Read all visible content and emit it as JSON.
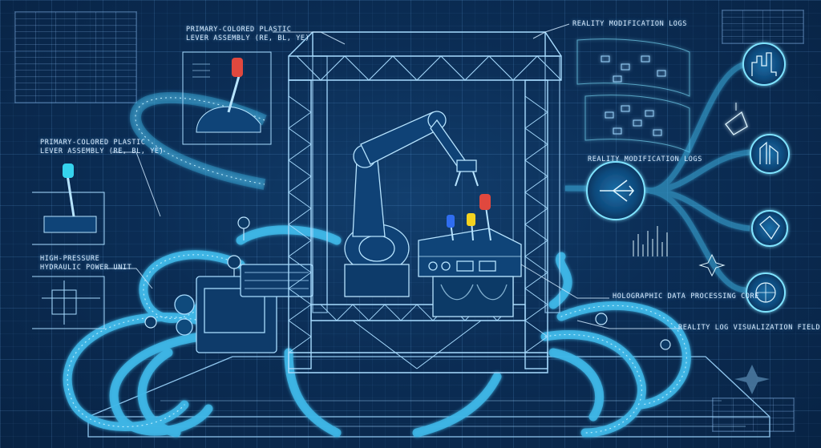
{
  "labels": {
    "lever_top": "PRIMARY-COLORED PLASTIC\nLEVER ASSEMBLY (RE, BL, YE)",
    "lever_left": "PRIMARY-COLORED PLASTIC\nLEVER ASSEMBLY (RE, BL, YE)",
    "hydraulic": "HIGH-PRESSURE\nHYDRAULIC POWER UNIT",
    "logs_top": "REALITY MODIFICATION LOGS",
    "logs_mid": "REALITY MODIFICATION LOGS",
    "core": "HOLOGRAPHIC DATA PROCESSING CORE",
    "field": "REALITY LOG VISUALIZATION FIELD"
  },
  "colors": {
    "line": "#9fd8ff",
    "hose": "#3fb8e8",
    "glow": "#7fe3ff",
    "lever_red": "#e0483e",
    "lever_blue": "#2f6df0",
    "lever_yellow": "#f3d21f",
    "lever_cyan": "#35d3ee"
  },
  "icons": [
    "city-skyline-icon",
    "shard-icon",
    "buildings-icon",
    "crystal-icon",
    "sphere-icon",
    "network-hub-icon",
    "sparkle-icon"
  ]
}
